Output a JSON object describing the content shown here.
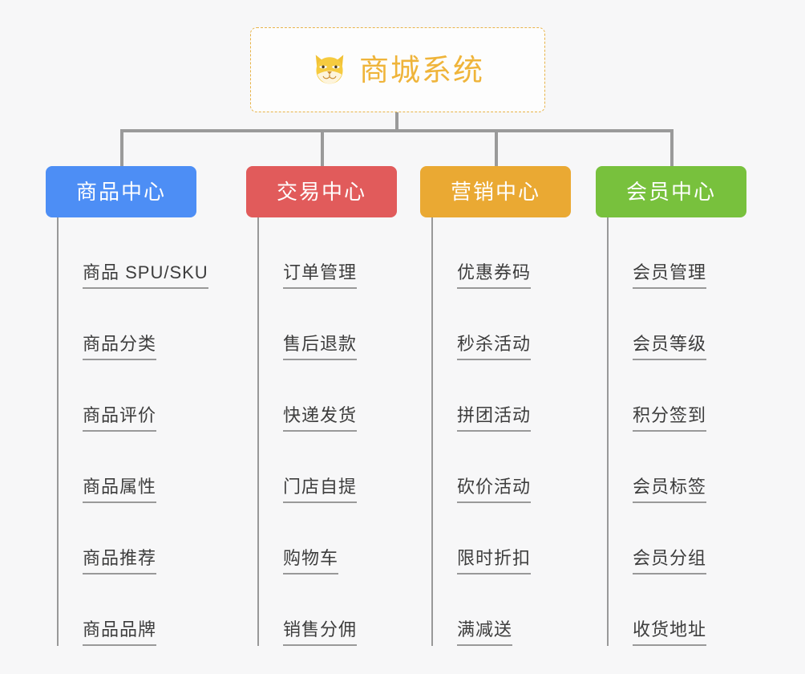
{
  "diagram": {
    "type": "mindmap",
    "title": "商城系统",
    "root": {
      "label": "商城系统",
      "icon": "shiba-dog-icon",
      "text_color": "#efb43a",
      "border_color": "#e8b44a",
      "background": "#fdfdfd"
    },
    "background": "#f7f7f8",
    "connector_color": "#9a9a9a",
    "categories": [
      {
        "label": "商品中心",
        "color": "#4d8ef5",
        "items": [
          "商品 SPU/SKU",
          "商品分类",
          "商品评价",
          "商品属性",
          "商品推荐",
          "商品品牌"
        ]
      },
      {
        "label": "交易中心",
        "color": "#e15b5b",
        "items": [
          "订单管理",
          "售后退款",
          "快递发货",
          "门店自提",
          "购物车",
          "销售分佣"
        ]
      },
      {
        "label": "营销中心",
        "color": "#eaa933",
        "items": [
          "优惠券码",
          "秒杀活动",
          "拼团活动",
          "砍价活动",
          "限时折扣",
          "满减送"
        ]
      },
      {
        "label": "会员中心",
        "color": "#78c13d",
        "items": [
          "会员管理",
          "会员等级",
          "积分签到",
          "会员标签",
          "会员分组",
          "收货地址"
        ]
      }
    ]
  }
}
